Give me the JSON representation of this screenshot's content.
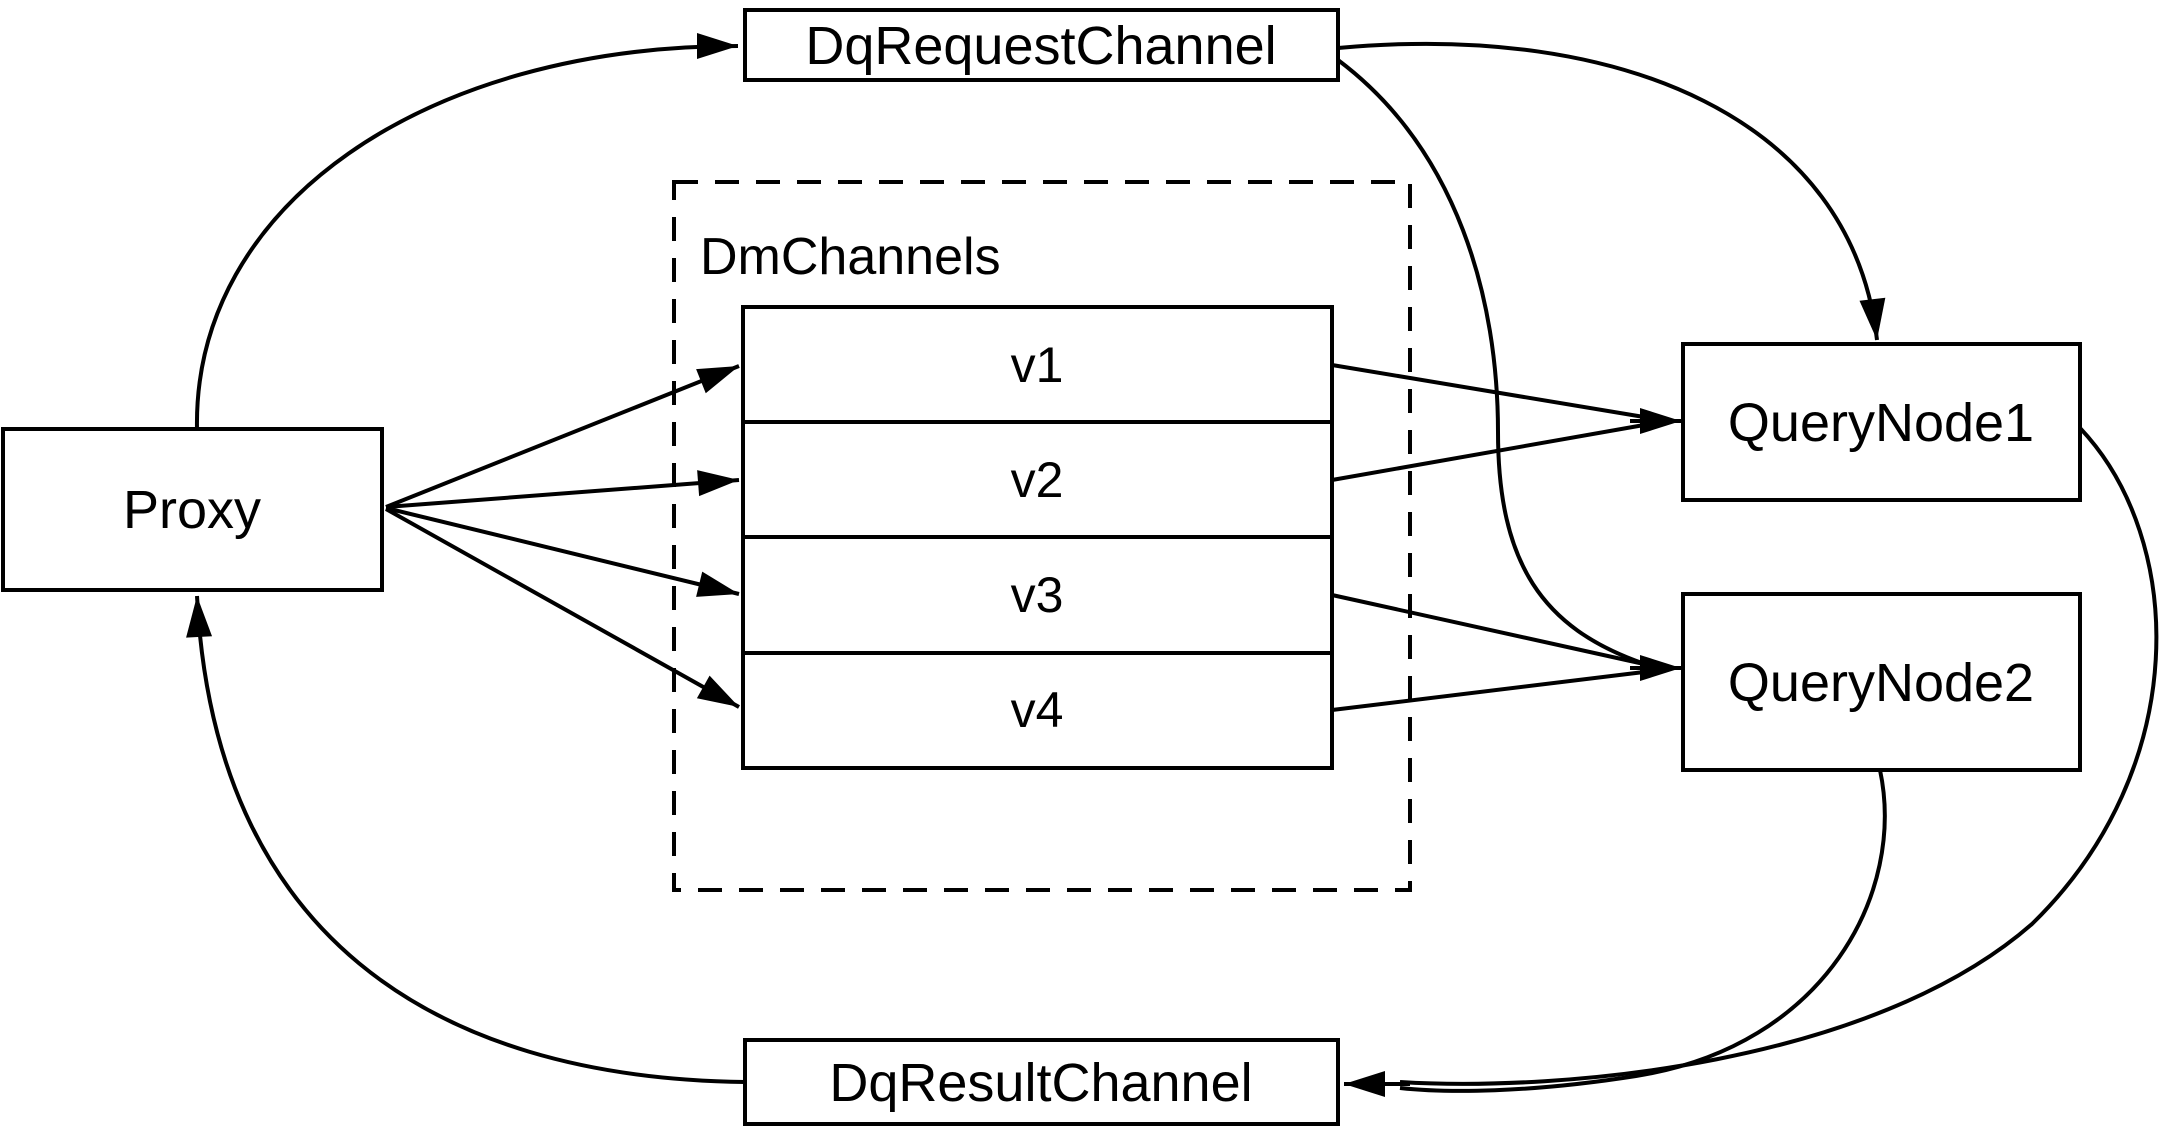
{
  "diagram": {
    "type": "flow-diagram",
    "colors": {
      "background": "#ffffff",
      "stroke": "#000000",
      "node_fill": "#ffffff"
    },
    "nodes": {
      "dq_request_channel": {
        "label": "DqRequestChannel"
      },
      "proxy": {
        "label": "Proxy"
      },
      "dm_channels_group": {
        "label": "DmChannels"
      },
      "channels": [
        {
          "label": "v1"
        },
        {
          "label": "v2"
        },
        {
          "label": "v3"
        },
        {
          "label": "v4"
        }
      ],
      "query_node_1": {
        "label": "QueryNode1"
      },
      "query_node_2": {
        "label": "QueryNode2"
      },
      "dq_result_channel": {
        "label": "DqResultChannel"
      }
    },
    "edges": [
      {
        "from": "Proxy",
        "to": "DqRequestChannel"
      },
      {
        "from": "Proxy",
        "to": "v1"
      },
      {
        "from": "Proxy",
        "to": "v2"
      },
      {
        "from": "Proxy",
        "to": "v3"
      },
      {
        "from": "Proxy",
        "to": "v4"
      },
      {
        "from": "v1",
        "to": "QueryNode1"
      },
      {
        "from": "v2",
        "to": "QueryNode1"
      },
      {
        "from": "v3",
        "to": "QueryNode2"
      },
      {
        "from": "v4",
        "to": "QueryNode2"
      },
      {
        "from": "DqRequestChannel",
        "to": "QueryNode1"
      },
      {
        "from": "DqRequestChannel",
        "to": "QueryNode2"
      },
      {
        "from": "QueryNode1",
        "to": "DqResultChannel"
      },
      {
        "from": "QueryNode2",
        "to": "DqResultChannel"
      },
      {
        "from": "DqResultChannel",
        "to": "Proxy"
      }
    ]
  }
}
